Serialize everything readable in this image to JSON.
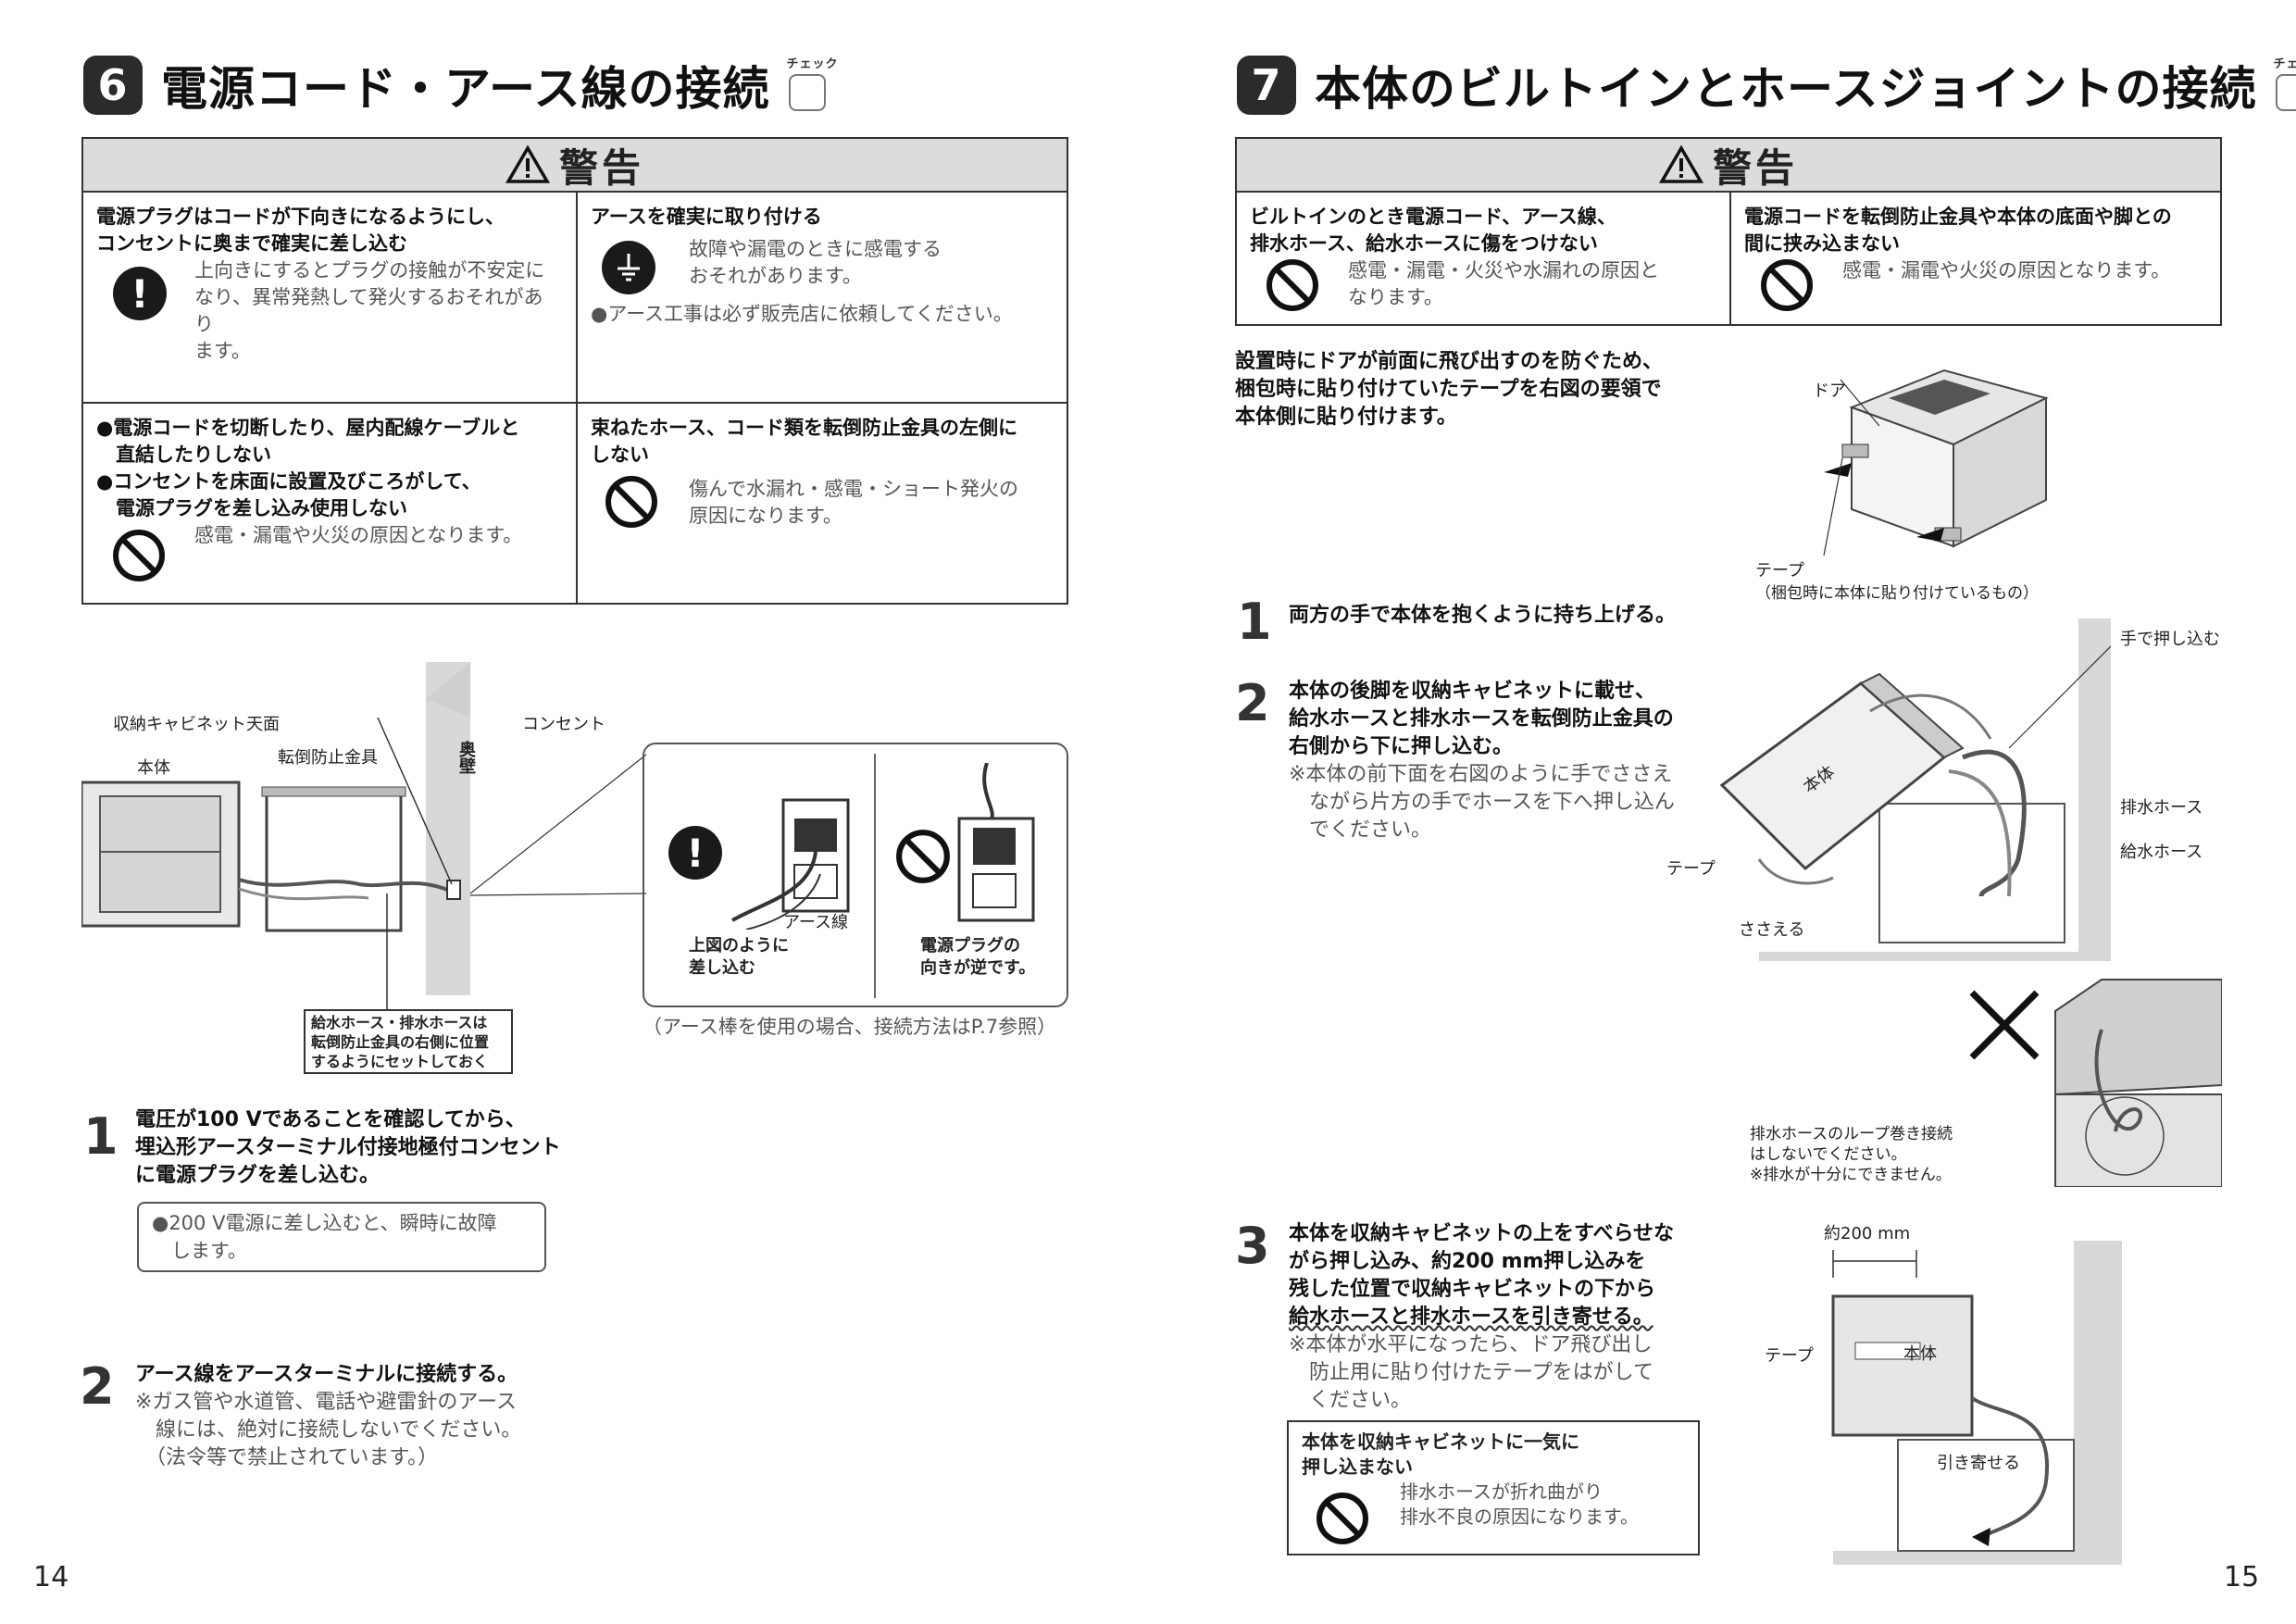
{
  "left": {
    "sec_num": "6",
    "title": "電源コード・アース線の接続",
    "check_label": "チェック",
    "warning": {
      "head": "警告",
      "c1_h1": "電源プラグはコードが下向きになるようにし、",
      "c1_h2": "コンセントに奥まで確実に差し込む",
      "c1_b1": "上向きにするとプラグの接触が不安定に",
      "c1_b2": "なり、異常発熱して発火するおそれがあり",
      "c1_b3": "ます。",
      "c2_h": "アースを確実に取り付ける",
      "c2_b1": "故障や漏電のときに感電する",
      "c2_b2": "おそれがあります。",
      "c2_note": "●アース工事は必ず販売店に依頼してください。",
      "c3_h1": "●電源コードを切断したり、屋内配線ケーブルと",
      "c3_h2": "　直結したりしない",
      "c3_h3": "●コンセントを床面に設置及びころがして、",
      "c3_h4": "　電源プラグを差し込み使用しない",
      "c3_b": "感電・漏電や火災の原因となります。",
      "c4_h1": "束ねたホース、コード類を転倒防止金具の左側に",
      "c4_h2": "しない",
      "c4_b1": "傷んで水漏れ・感電・ショート発火の",
      "c4_b2": "原因になります。"
    },
    "diagram": {
      "cabinet_top": "収納キャビネット天面",
      "body": "本体",
      "stopper": "転倒防止金具",
      "wall": "奥壁",
      "outlet": "コンセント",
      "hose_note1": "給水ホース・排水ホースは",
      "hose_note2": "転倒防止金具の右側に位置",
      "hose_note3": "するようにセットしておく",
      "earth_wire": "アース線",
      "ok_text1": "上図のように",
      "ok_text2": "差し込む",
      "ng_text1": "電源プラグの",
      "ng_text2": "向きが逆です。",
      "earth_ref": "（アース棒を使用の場合、接続方法はP.7参照）"
    },
    "step1": {
      "num": "1",
      "l1": "電圧が100 Vであることを確認してから、",
      "l2": "埋込形アースターミナル付接地極付コンセント",
      "l3": "に電源プラグを差し込む。",
      "note1": "●200 V電源に差し込むと、瞬時に故障",
      "note2": "　します。"
    },
    "step2": {
      "num": "2",
      "l1": "アース線をアースターミナルに接続する。",
      "n1": "※ガス管や水道管、電話や避雷針のアース",
      "n2": "　線には、絶対に接続しないでください。",
      "n3": "　（法令等で禁止されています。）"
    },
    "page": "14"
  },
  "right": {
    "sec_num": "7",
    "title": "本体のビルトインとホースジョイントの接続",
    "check_label": "チェック",
    "warning": {
      "head": "警告",
      "c1_h1": "ビルトインのとき電源コード、アース線、",
      "c1_h2": "排水ホース、給水ホースに傷をつけない",
      "c1_b1": "感電・漏電・火災や水漏れの原因と",
      "c1_b2": "なります。",
      "c2_h1": "電源コードを転倒防止金具や本体の底面や脚との",
      "c2_h2": "間に挟み込まない",
      "c2_b": "感電・漏電や火災の原因となります。"
    },
    "intro1": "設置時にドアが前面に飛び出すのを防ぐため、",
    "intro2": "梱包時に貼り付けていたテープを右図の要領で",
    "intro3": "本体側に貼り付けます。",
    "fig1": {
      "door": "ドア",
      "tape": "テープ",
      "tape_note": "（梱包時に本体に貼り付けているもの）"
    },
    "step1": {
      "num": "1",
      "text": "両方の手で本体を抱くように持ち上げる。"
    },
    "step2": {
      "num": "2",
      "l1": "本体の後脚を収納キャビネットに載せ、",
      "l2": "給水ホースと排水ホースを転倒防止金具の",
      "l3": "右側から下に押し込む。",
      "n1": "※本体の前下面を右図のように手でささえ",
      "n2": "　ながら片方の手でホースを下へ押し込ん",
      "n3": "　でください。"
    },
    "fig2": {
      "push": "手で押し込む",
      "body": "本体",
      "drain": "排水ホース",
      "supply": "給水ホース",
      "tape": "テープ",
      "support": "ささえる"
    },
    "fig3": {
      "l1": "排水ホースのループ巻き接続",
      "l2": "はしないでください。",
      "l3": "※排水が十分にできません。"
    },
    "step3": {
      "num": "3",
      "l1": "本体を収納キャビネットの上をすべらせな",
      "l2": "がら押し込み、約200 mm押し込みを",
      "l3": "残した位置で収納キャビネットの下から",
      "l4": "給水ホースと排水ホースを引き寄せる。",
      "n1": "※本体が水平になったら、ドア飛び出し",
      "n2": "　防止用に貼り付けたテープをはがして",
      "n3": "　ください。",
      "box_h1": "本体を収納キャビネットに一気に",
      "box_h2": "押し込まない",
      "box_b1": "排水ホースが折れ曲がり",
      "box_b2": "排水不良の原因になります。"
    },
    "fig4": {
      "dim": "約200 mm",
      "tape": "テープ",
      "body": "本体",
      "pull": "引き寄せる"
    },
    "page": "15"
  }
}
